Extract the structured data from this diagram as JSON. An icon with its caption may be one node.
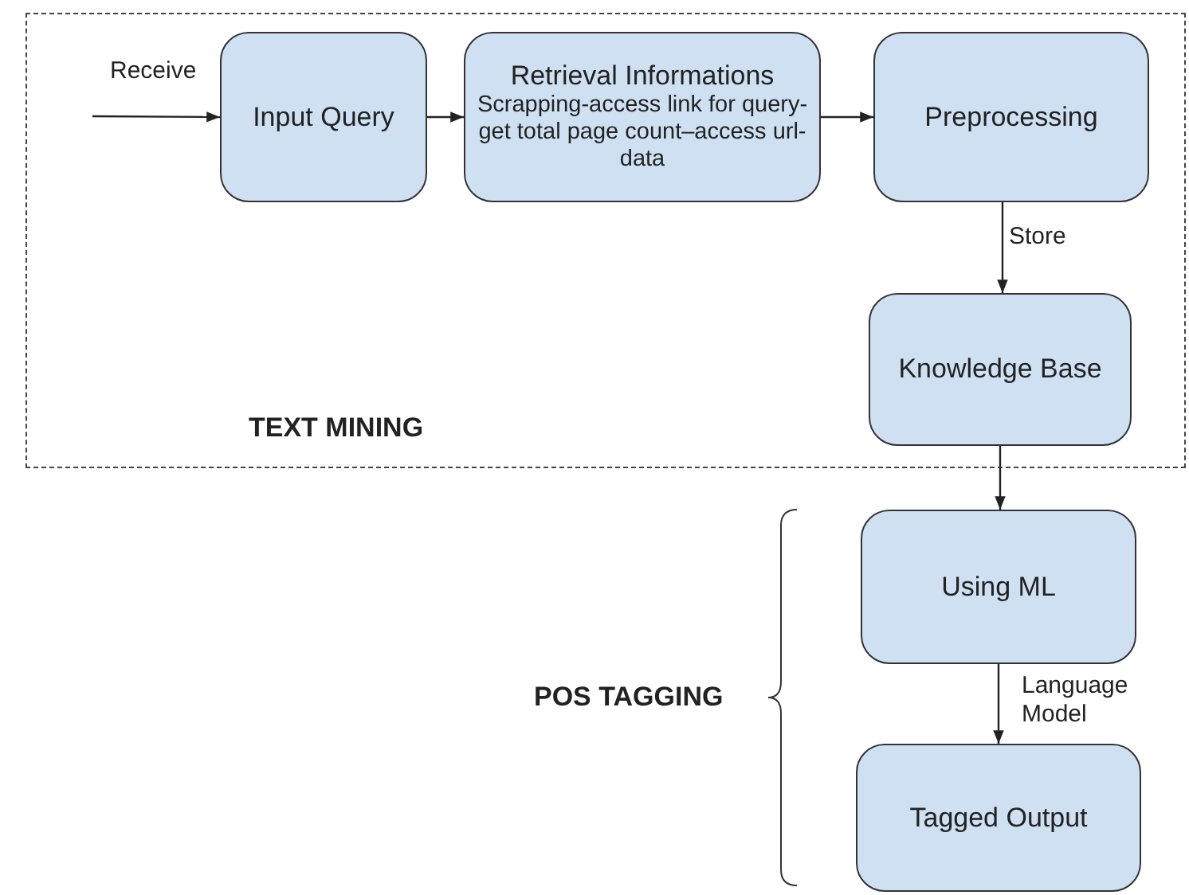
{
  "diagram": {
    "nodes": [
      {
        "text": [
          "TEXT MINING"
        ]
      },
      {
        "text": [
          "Input Query"
        ],
        "in": 0
      },
      {
        "text": [
          "Retrieval Informations",
          "Scrapping-access link for query-get total page count–access url-data"
        ],
        "in": 0
      },
      {
        "text": [
          "Preprocessing"
        ],
        "in": 0
      },
      {
        "text": [
          "Knowledge Base"
        ],
        "in": 0
      },
      {
        "text": [
          "Using ML"
        ]
      },
      {
        "text": [
          "Tagged Output"
        ]
      }
    ],
    "edges": [
      {
        "from": null,
        "to": 1,
        "arrow": "to",
        "label": "Receive"
      },
      {
        "from": 1,
        "to": 2,
        "arrow": "to"
      },
      {
        "from": 2,
        "to": 3,
        "arrow": "to"
      },
      {
        "from": 3,
        "to": 4,
        "arrow": "to",
        "label": "Store"
      },
      {
        "from": 4,
        "to": 5,
        "arrow": "to"
      },
      {
        "from": 5,
        "to": 6,
        "arrow": "to",
        "label": "Language Model"
      }
    ],
    "labels": [
      "POS TAGGING"
    ]
  }
}
